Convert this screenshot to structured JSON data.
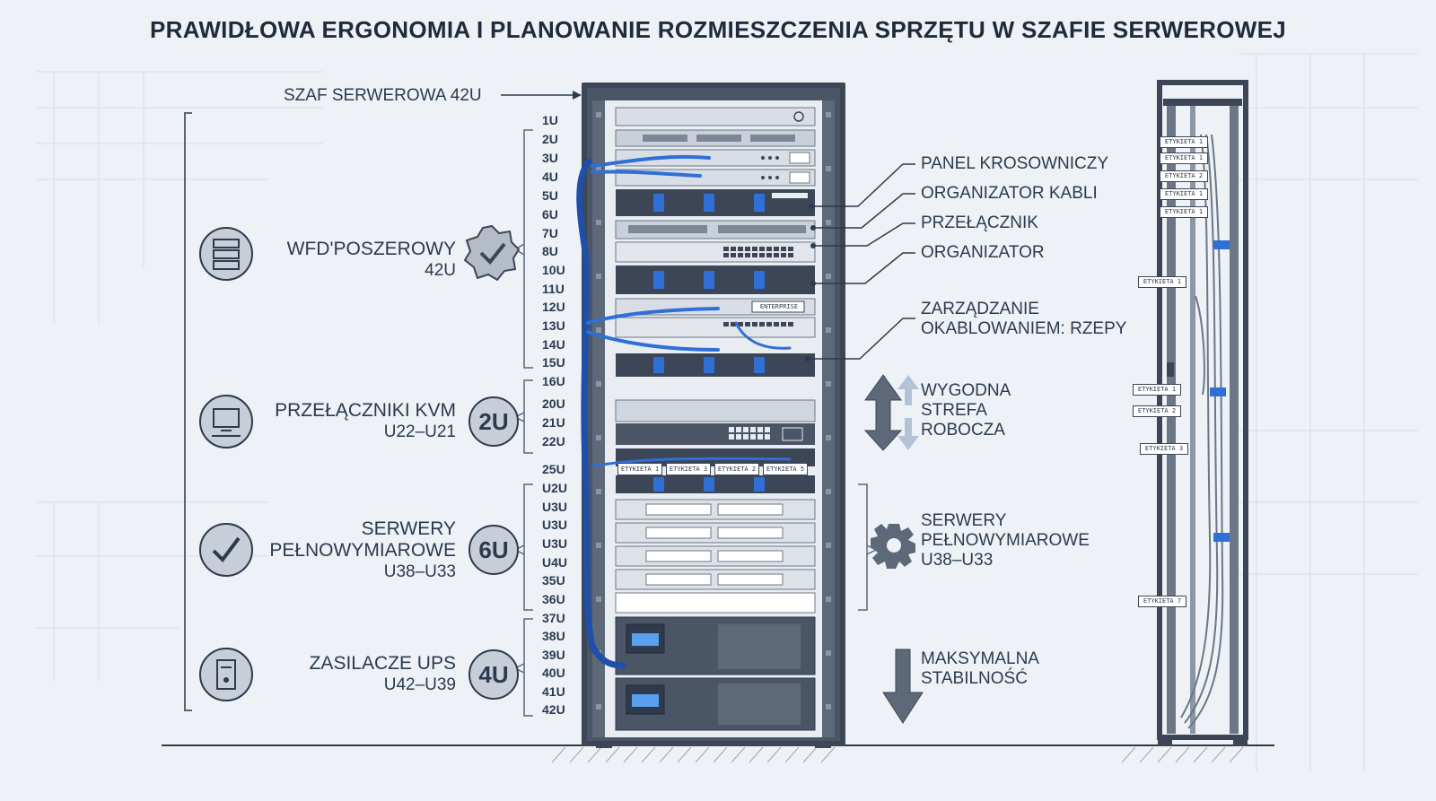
{
  "title": "PRAWIDŁOWA ERGONOMIA I PLANOWANIE ROZMIESZCZENIA SPRZĘTU W SZAFIE SERWEROWEJ",
  "rack_label": "SZAF SERWEROWA 42U",
  "categories": [
    {
      "title": "WFD'POSZEROWY",
      "sub": "42U",
      "badge": "",
      "icon": "server-icon",
      "badge_icon": "check-badge-icon"
    },
    {
      "title": "PRZEŁĄCZNIKI KVM",
      "sub": "U22–U21",
      "badge": "2U",
      "icon": "monitor-icon"
    },
    {
      "title": "SERWERY PEŁNOWYMIAROWE",
      "title_line1": "SERWERY",
      "title_line2": "PEŁNOWYMIAROWE",
      "sub": "U38–U33",
      "badge": "6U",
      "icon": "checkmark-icon"
    },
    {
      "title": "ZASILACZE UPS",
      "sub": "U42–U39",
      "badge": "4U",
      "icon": "power-supply-icon"
    }
  ],
  "unit_labels": [
    "1U",
    "2U",
    "3U",
    "4U",
    "5U",
    "6U",
    "7U",
    "8U",
    "10U",
    "11U",
    "12U",
    "13U",
    "14U",
    "15U",
    "16U",
    "20U",
    "21U",
    "22U",
    "25U",
    "U2U",
    "U3U",
    "U3U",
    "U3U",
    "U4U",
    "35U",
    "36U",
    "37U",
    "38U",
    "39U",
    "40U",
    "41U",
    "42U"
  ],
  "callouts": [
    {
      "label": "PANEL KROSOWNICZY"
    },
    {
      "label": "ORGANIZATOR KABLI"
    },
    {
      "label": "PRZEŁĄCZNIK"
    },
    {
      "label": "ORGANIZATOR"
    },
    {
      "label_line1": "ZARZĄDZANIE",
      "label_line2": "OKABLOWANIEM: RZEPY"
    }
  ],
  "zones": {
    "work": {
      "line1": "WYGODNA",
      "line2": "STREFA",
      "line3": "ROBOCZA"
    },
    "servers": {
      "line1": "SERWERY",
      "line2": "PEŁNOWYMIAROWE",
      "line3": "U38–U33"
    },
    "stability": {
      "line1": "MAKSYMALNA",
      "line2": "STABILNOŚĆ"
    }
  },
  "rack_tags": [
    "ETYKIETA 1",
    "ETYKIETA 3",
    "ETYKIETA 2",
    "ETYKIETA 5"
  ],
  "switch_label": "ENTERPRISE",
  "side_tags": [
    "ETYKIETA 1",
    "ETYKIETA 1",
    "ETYKIETA 2",
    "ETYKIETA 1",
    "ETYKIETA 1",
    "ETYKIETA 1",
    "ETYKIETA 1",
    "ETYKIETA 2",
    "ETYKIETA 3",
    "ETYKIETA 7"
  ],
  "colors": {
    "accent": "#2f6fd6",
    "rack": "#3c4656",
    "device": "#d9dee6",
    "badge": "#c8ced7"
  }
}
